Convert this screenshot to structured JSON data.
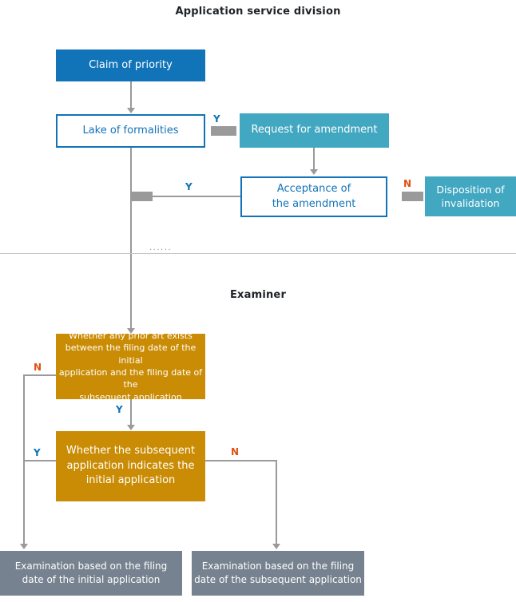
{
  "colors": {
    "blue": "#1173b8",
    "teal": "#42a7c1",
    "orange": "#c98c04",
    "slate": "#76828f",
    "line": "#9a9a9a",
    "stub": "#9a9a9a",
    "red": "#e2500f",
    "divider": "#c3c8cd",
    "heading": "#1e2226"
  },
  "headings": {
    "top": "Application service division",
    "examiner": "Examiner"
  },
  "divider": {
    "dots": "......"
  },
  "nodes": {
    "claim": "Claim of priority",
    "lake": "Lake of formalities",
    "request": "Request for amendment",
    "acceptance": "Acceptance of\nthe amendment",
    "disposition": "Disposition of\ninvalidation",
    "prior_art": "Whether any prior art exists\nbetween the filing date of the initial\napplication and the filing date of the\nsubsequent application",
    "indicates": "Whether the subsequent\napplication indicates the\ninitial application",
    "exam_initial": "Examination based on the filing\ndate of the initial application",
    "exam_subsequent": "Examination based on the filing\ndate of the subsequent application"
  },
  "branch_labels": {
    "lake_to_request": "Y",
    "acceptance_to_left": "Y",
    "acceptance_to_disposition": "N",
    "prior_art_down": "Y",
    "prior_art_left": "N",
    "indicates_left": "Y",
    "indicates_right": "N"
  }
}
